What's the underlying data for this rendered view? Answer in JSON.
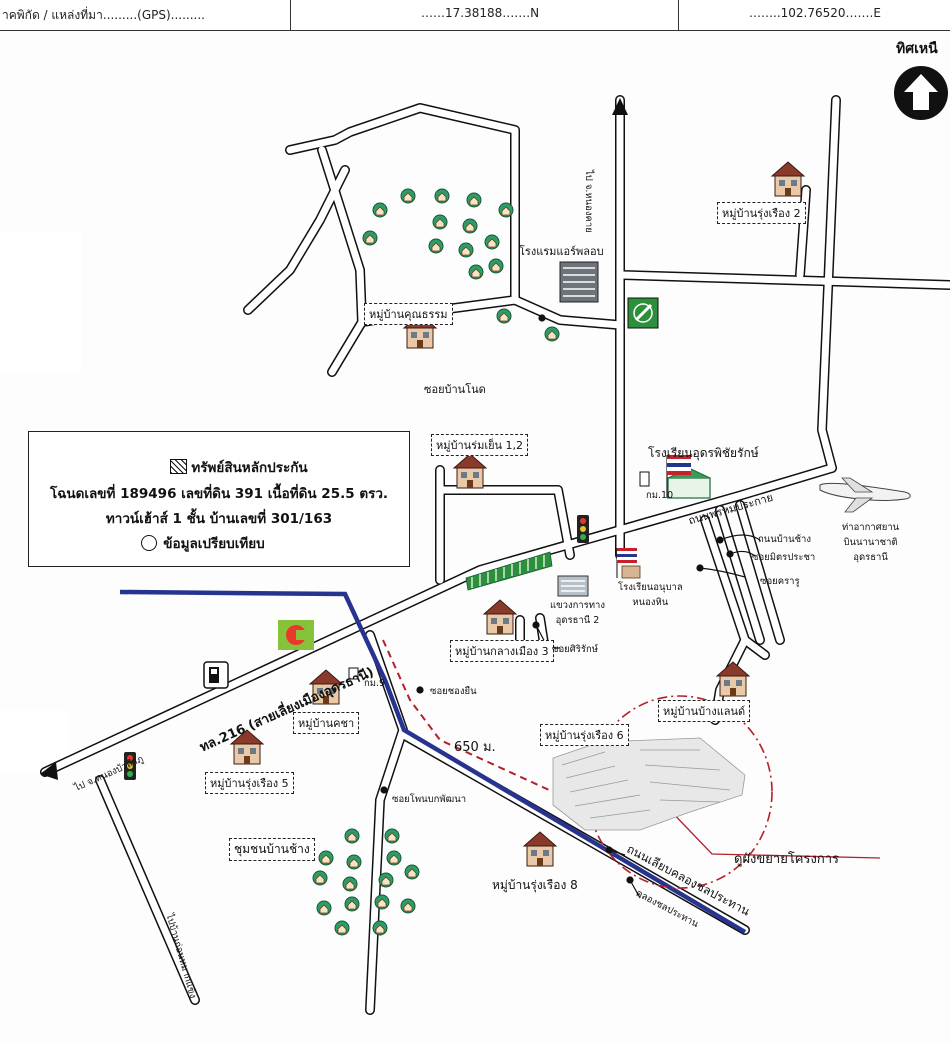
{
  "header": {
    "gps_label": "าคพิกัด / แหล่งที่มา.........(GPS).........",
    "latitude": "……17.38188…….N",
    "longitude": "……..102.76520…….E"
  },
  "north": {
    "label": "ทิศเหนื",
    "icon": "north-arrow-icon"
  },
  "legend": {
    "collateral": "ทรัพย์สินหลักประกัน",
    "deed_line": "โฉนดเลขที่ 189496 เลขที่ดิน 391 เนื้อที่ดิน 25.5 ตรว.",
    "house_line": "ทาวน์เฮ้าส์  1 ชั้น  บ้านเลขที่ 301/163",
    "comparison": "ข้อมูลเปรียบเทียบ"
  },
  "villages": {
    "khunatham": "หมู่บ้านคุณธรรม",
    "rungrueang2": "หมู่บ้านรุ่งเรือง 2",
    "romyen": "หมู่บ้านร่มเย็น 1,2",
    "klangmueang": "หมู่บ้านกลางเมือง 3",
    "khachai": "หมู่บ้านคชา",
    "rungrueang5": "หมู่บ้านรุ่งเรือง 5",
    "chumchon_banchang": "ชุมชนบ้านช้าง",
    "rungrueang6": "หมู่บ้านรุ่งเรือง 6",
    "bangchanglan": "หมู่บ้านบ้างแลนด์",
    "rungrueang8": "หมู่บ้านรุ่งเรือง 8"
  },
  "labels": {
    "soi_bannod": "ซอยบ้านโนด",
    "hotel": "โรงแรมแอร์พลอบ",
    "to_nongkhai": "ไป จ.หนองคาย",
    "school_udon": "โรงเรียนอุดรพิชัยรักษ์",
    "km10": "กม.10",
    "road_phonphisai": "ถนนพรหมประกาย",
    "soi_banchang": "ถนนบ้านช้าง",
    "soi_mitprasa": "ซอยมิตรประชา",
    "soi_kru": "ซอยครารู",
    "airport": "ท่าอากาศยาน\nบินนานาชาติ\nอุดรธานี",
    "highway_office": "แขวงการทาง\nอุดรธานี 2",
    "kindergarten": "โรงเรียนอนุบาล\nหนองหิน",
    "soi_sirirak": "ซอยศิริรักษ์",
    "soi_chongyen": "ซอยชองยืน",
    "highway216": "ทล.216 (สายเลี่ยงเมืองอุดรธานี)",
    "km9": "กม.9",
    "to_nongbualamphu": "ไป จ.หนองบัวลำภู",
    "soi_phonpatthana": "ซอยโพนบกพัฒนา",
    "distance": "650 ม.",
    "road_liab_canal": "ถนนเลียบคลองชลประทาน",
    "canal": "คลองชลประทาน",
    "see_plan": "ดูผังขยายโครงการ",
    "to_banthurn": "ไปบ้านถ่อนหมากแข้ง"
  },
  "colors": {
    "canal": "#26348f",
    "red_dash": "#b3202a",
    "tree": "#2e9c66",
    "house_roof": "#8a3a2a",
    "ptt": "#2d8f3c",
    "watsadu": "#86c23a"
  }
}
